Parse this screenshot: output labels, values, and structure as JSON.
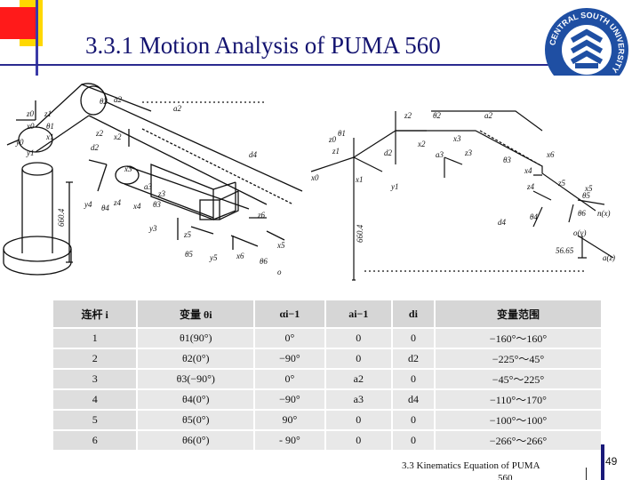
{
  "slide": {
    "title": "3.3.1  Motion Analysis of PUMA 560",
    "footer": "3.3 Kinematics Equation of PUMA",
    "footer_year": "560",
    "page_number": "49"
  },
  "logo": {
    "ring_text": "CENTRAL SOUTH UNIVERSITY",
    "accent_color": "#1f4fa3",
    "icon": "university-seal-icon"
  },
  "figure_left": {
    "labels": [
      "z0",
      "z1",
      "θ1",
      "θ2",
      "a2",
      "x0",
      "x1",
      "z2",
      "x2",
      "d2",
      "y1",
      "y0",
      "x3",
      "y3",
      "z3",
      "θ3",
      "y4",
      "θ4",
      "z4",
      "x4",
      "z5",
      "x5",
      "θ5",
      "y5",
      "z6",
      "x6",
      "θ6",
      "d4",
      "a3",
      "660.4",
      "o"
    ]
  },
  "figure_right": {
    "labels": [
      "z0",
      "z1",
      "θ1",
      "x0",
      "x1",
      "y1",
      "z2",
      "θ2",
      "x2",
      "d2",
      "a2",
      "z3",
      "x3",
      "a3",
      "θ3",
      "x4",
      "z4",
      "θ4",
      "x5",
      "z5",
      "θ5",
      "θ6",
      "n(x)",
      "d4",
      "x6",
      "o(y)",
      "56.65",
      "a(z)",
      "660.4"
    ]
  },
  "table": {
    "headers": [
      "连杆 i",
      "变量 θi",
      "αi−1",
      "ai−1",
      "di",
      "变量范围"
    ],
    "rows": [
      [
        "1",
        "θ1(90°)",
        "0°",
        "0",
        "0",
        "−160°～160°"
      ],
      [
        "2",
        "θ2(0°)",
        "−90°",
        "0",
        "d2",
        "−225°～45°"
      ],
      [
        "3",
        "θ3(−90°)",
        "0°",
        "a2",
        "0",
        "−45°～225°"
      ],
      [
        "4",
        "θ4(0°)",
        "−90°",
        "a3",
        "d4",
        "−110°～170°"
      ],
      [
        "5",
        "θ5(0°)",
        "90°",
        "0",
        "0",
        "−100°～100°"
      ],
      [
        "6",
        "θ6(0°)",
        "- 90°",
        "0",
        "0",
        "−266°～266°"
      ]
    ]
  }
}
